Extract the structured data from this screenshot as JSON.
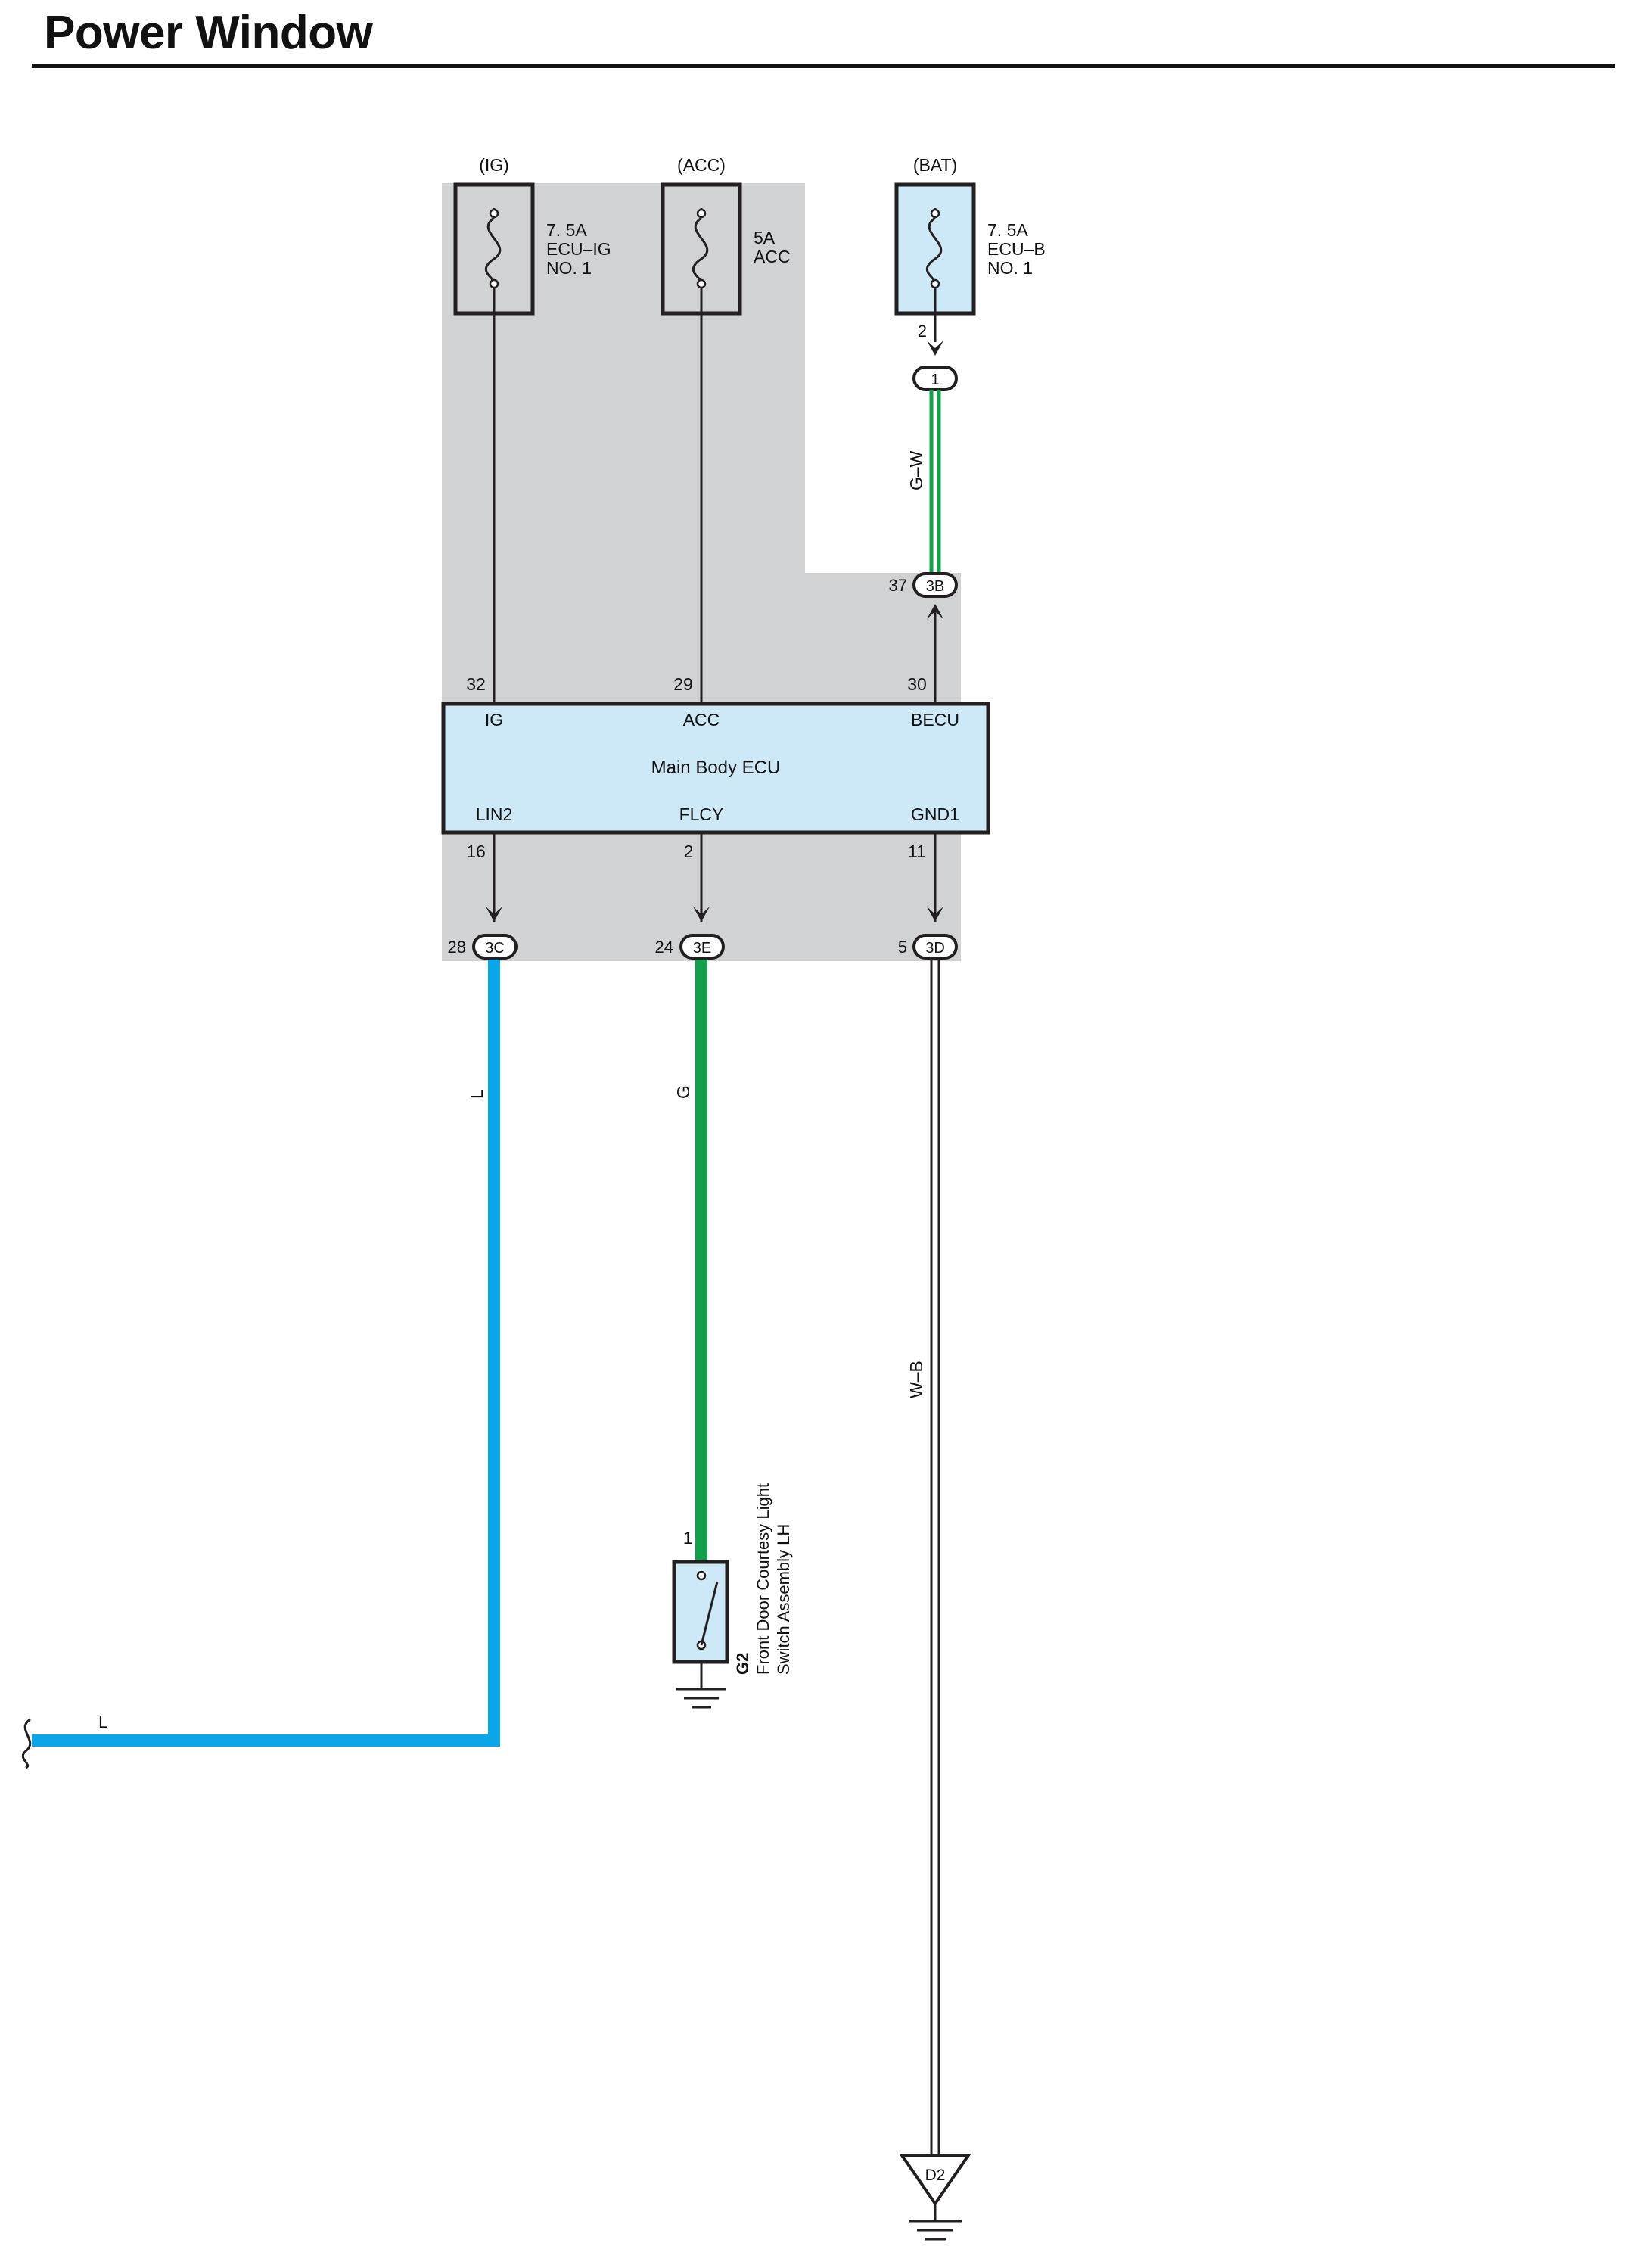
{
  "title": "Power Window",
  "colors": {
    "shade": "#d1d2d4",
    "component_fill": "#cde8f6",
    "wire_blue": "#0aa6e8",
    "wire_green": "#12a04c",
    "outline": "#231f20"
  },
  "fuses": [
    {
      "source": "(IG)",
      "rating": "7. 5A",
      "name_line1": "ECU–IG",
      "name_line2": "NO. 1"
    },
    {
      "source": "(ACC)",
      "rating": "5A",
      "name_line1": "ACC",
      "name_line2": ""
    },
    {
      "source": "(BAT)",
      "rating": "7. 5A",
      "name_line1": "ECU–B",
      "name_line2": "NO. 1"
    }
  ],
  "bat_pins": {
    "fuse_pin": "2",
    "junction": "1",
    "wire": "G–W",
    "connector": "3B",
    "connector_pin": "37"
  },
  "ecu": {
    "name": "Main Body ECU",
    "top_terminals": [
      {
        "label": "IG",
        "pin": "32"
      },
      {
        "label": "ACC",
        "pin": "29"
      },
      {
        "label": "BECU",
        "pin": "30"
      }
    ],
    "bottom_terminals": [
      {
        "label": "LIN2",
        "pin": "16"
      },
      {
        "label": "FLCY",
        "pin": "2"
      },
      {
        "label": "GND1",
        "pin": "11"
      }
    ]
  },
  "connectors": [
    {
      "id": "3C",
      "pin": "28"
    },
    {
      "id": "3E",
      "pin": "24"
    },
    {
      "id": "3D",
      "pin": "5"
    }
  ],
  "wires": {
    "lin": "L",
    "flcy": "G",
    "gnd": "W–B",
    "lin_branch": "L"
  },
  "switch": {
    "code": "G2",
    "line1": "Front Door Courtesy Light",
    "line2": "Switch Assembly LH",
    "pin": "1"
  },
  "ground": {
    "id": "D2"
  }
}
